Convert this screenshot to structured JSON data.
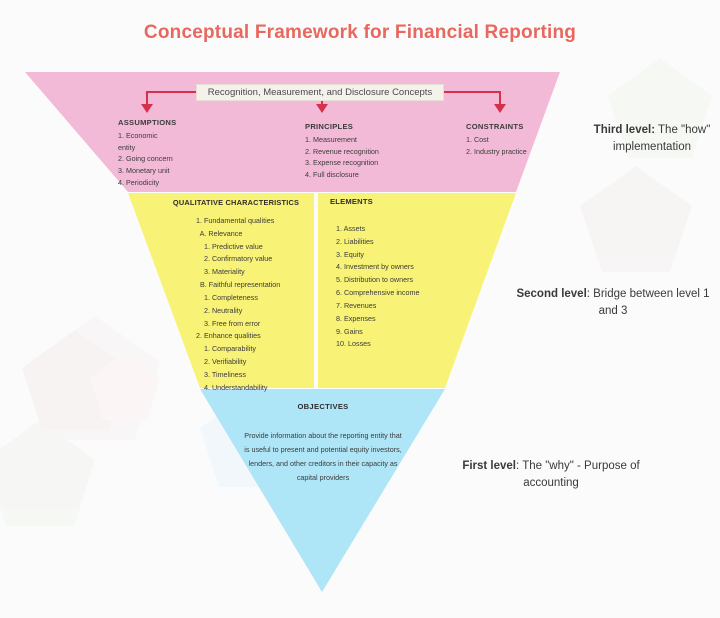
{
  "page": {
    "title": "Conceptual Framework for Financial Reporting"
  },
  "banner": {
    "label": "Recognition, Measurement, and Disclosure Concepts"
  },
  "top_level": {
    "assumptions": {
      "heading": "ASSUMPTIONS",
      "items": [
        "1. Economic",
        "entity",
        "2. Going concern",
        "3. Monetary unit",
        "4. Periodicity"
      ]
    },
    "principles": {
      "heading": "PRINCIPLES",
      "items": [
        "1. Measurement",
        "2. Revenue recognition",
        "3. Expense recognition",
        "4. Full disclosure"
      ]
    },
    "constraints": {
      "heading": "CONSTRAINTS",
      "items": [
        "1. Cost",
        "2. Industry practice"
      ]
    }
  },
  "mid_level": {
    "qualitative": {
      "heading": "QUALITATIVE CHARACTERISTICS",
      "items": [
        "1. Fundamental qualities",
        "  A. Relevance",
        "    1. Predictive value",
        "    2. Confirmatory value",
        "    3. Materiality",
        "  B. Faithful representation",
        "    1. Completeness",
        "    2. Neutrality",
        "    3. Free from error",
        "2. Enhance qualities",
        "    1. Comparability",
        "    2. Verifiability",
        "    3. Timeliness",
        "    4. Understandability"
      ]
    },
    "elements": {
      "heading": "ELEMENTS",
      "items": [
        "1. Assets",
        "2. Liabilities",
        "3. Equity",
        "4. Investment by owners",
        "5. Distribution to owners",
        "6. Comprehensive income",
        "7. Revenues",
        "8. Expenses",
        "9. Gains",
        "10. Losses"
      ]
    }
  },
  "bottom_level": {
    "objectives": {
      "heading": "OBJECTIVES",
      "body": "Provide information about the reporting entity that is useful  to present and potential equity investors, lenders, and other creditors in their capacity as capital providers"
    }
  },
  "level_notes": {
    "third": {
      "label": "Third level:",
      "detail": "The \"how\" implementation"
    },
    "second": {
      "label": "Second level",
      "detail": ": Bridge between level 1 and 3"
    },
    "first": {
      "label": "First level",
      "detail": ": The \"why\" - Purpose of accounting"
    }
  },
  "colors": {
    "title": "#e8685f",
    "top_band": "#f3bad8",
    "mid_band": "#f8f377",
    "bottom_band": "#aee6f7",
    "arrow": "#d6304a",
    "banner_bg": "#f5f1eb"
  }
}
